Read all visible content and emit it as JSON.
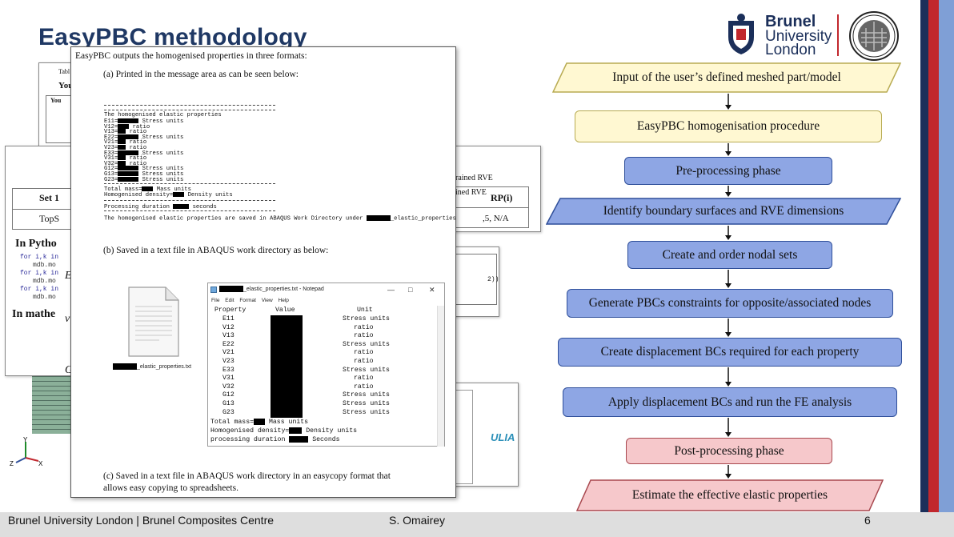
{
  "slide": {
    "title": "EasyPBC methodology",
    "footer_left": "Brunel University London | Brunel Composites Centre",
    "footer_author": "S. Omairey",
    "footer_page": "6"
  },
  "logo": {
    "line1": "Brunel",
    "line2": "University",
    "line3": "London"
  },
  "background_pages": {
    "table_fragment": "Tabl",
    "you_fragment": "You",
    "set_fragment": "Set 1",
    "tops_fragment": "TopS",
    "in_python": "In Pytho",
    "code_lines": [
      "for i,k in",
      "mdb.mo",
      "for i,k in",
      "mdb.mo",
      "for i,k in",
      "mdb.mo"
    ],
    "in_math": "In mathe",
    "e_fragment": "E",
    "v_fragment": "v",
    "g_fragment": "G",
    "trained_rve": "rained RVE",
    "ined_rve": "ined RVE",
    "rp_fragment": "RP(i)",
    "na_fragment": ",5, N/A",
    "paren_fragment": "2))",
    "simulia": "ULIA"
  },
  "document": {
    "intro": "EasyPBC outputs the homogenised properties in three formats:",
    "section_a": "(a) Printed in the message area as can be seen below:",
    "message_area": {
      "header": "The homogenised elastic properties",
      "rows": [
        {
          "name": "E11=",
          "unit": " Stress units"
        },
        {
          "name": "V12=",
          "unit": " ratio"
        },
        {
          "name": "V13=",
          "unit": " ratio"
        },
        {
          "name": "E22=",
          "unit": " Stress units"
        },
        {
          "name": "V21=",
          "unit": " ratio"
        },
        {
          "name": "V23=",
          "unit": " ratio"
        },
        {
          "name": "E33=",
          "unit": " Stress units"
        },
        {
          "name": "V31=",
          "unit": " ratio"
        },
        {
          "name": "V32=",
          "unit": " ratio"
        },
        {
          "name": "G12=",
          "unit": " Stress units"
        },
        {
          "name": "G13=",
          "unit": " Stress units"
        },
        {
          "name": "G23=",
          "unit": " Stress units"
        }
      ],
      "total_mass": "Total mass=",
      "mass_units": " Mass units",
      "density": "Homogenised density=",
      "density_units": " Density units",
      "duration": "Processing duration",
      "duration_units": " seconds",
      "saved_line_a": "The homogenised elastic properties are saved in ABAQUS Work Directory under",
      "saved_line_b": "_elastic_properties.txt"
    },
    "section_b": "(b) Saved in a text file in ABAQUS work directory as below:",
    "file_label": "_elastic_properties.txt",
    "notepad": {
      "title": "_elastic_properties.txt - Notepad",
      "menu": [
        "File",
        "Edit",
        "Format",
        "View",
        "Help"
      ],
      "header": {
        "property": "Property",
        "value": "Value",
        "unit": "Unit"
      },
      "rows": [
        {
          "p": "E11",
          "u": "Stress units"
        },
        {
          "p": "V12",
          "u": "ratio"
        },
        {
          "p": "V13",
          "u": "ratio"
        },
        {
          "p": "E22",
          "u": "Stress units"
        },
        {
          "p": "V21",
          "u": "ratio"
        },
        {
          "p": "V23",
          "u": "ratio"
        },
        {
          "p": "E33",
          "u": "Stress units"
        },
        {
          "p": "V31",
          "u": "ratio"
        },
        {
          "p": "V32",
          "u": "ratio"
        },
        {
          "p": "G12",
          "u": "Stress units"
        },
        {
          "p": "G13",
          "u": "Stress units"
        },
        {
          "p": "G23",
          "u": "Stress units"
        }
      ],
      "total_mass": "Total mass=",
      "mass_units": " Mass units",
      "density": "Homogenised density=",
      "density_units": " Density units",
      "duration": "processing duration",
      "duration_units": " Seconds"
    },
    "section_c_1": "(c) Saved in a text file in ABAQUS work directory in an easycopy format that",
    "section_c_2": "allows easy copying to spreadsheets."
  },
  "flowchart": {
    "steps": [
      "Input of the user’s defined meshed part/model",
      "EasyPBC homogenisation procedure",
      "Pre-processing phase",
      "Identify boundary surfaces and RVE dimensions",
      "Create and order nodal sets",
      "Generate PBCs constraints for opposite/associated nodes",
      "Create displacement BCs required for each property",
      "Apply displacement BCs and run the FE analysis",
      "Post-processing phase",
      "Estimate the effective elastic properties"
    ]
  },
  "colors": {
    "title": "#1f3864",
    "yellow": "#fff8d2",
    "blue": "#8ea6e4",
    "pink": "#f6c8cb",
    "stripe_navy": "#1b2f5a",
    "stripe_red": "#c1272d",
    "stripe_lightblue": "#7f9fd6"
  }
}
